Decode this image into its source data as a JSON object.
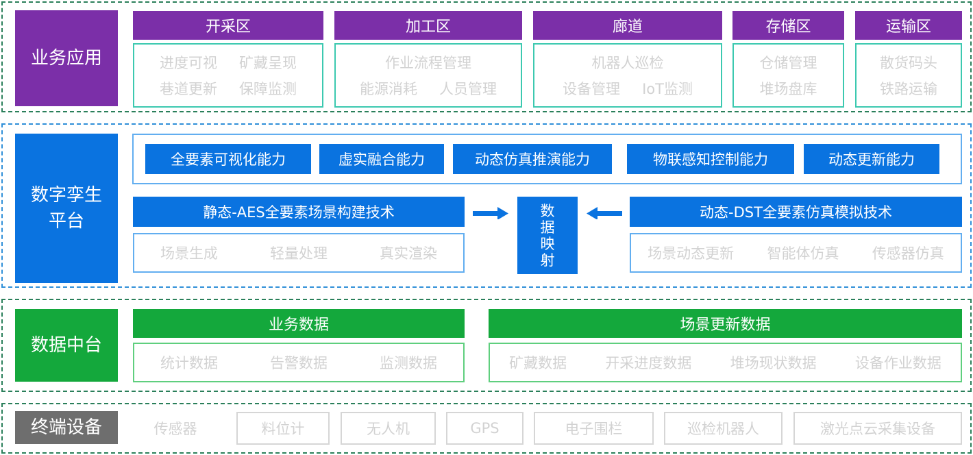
{
  "business": {
    "label": "业务应用",
    "zones": [
      {
        "title": "开采区",
        "rows": [
          [
            "进度可视",
            "矿藏呈现"
          ],
          [
            "巷道更新",
            "保障监测"
          ]
        ]
      },
      {
        "title": "加工区",
        "rows": [
          [
            "作业流程管理"
          ],
          [
            "能源消耗",
            "人员管理"
          ]
        ]
      },
      {
        "title": "廊道",
        "rows": [
          [
            "机器人巡检"
          ],
          [
            "设备管理",
            "IoT监测"
          ]
        ]
      },
      {
        "title": "存储区",
        "rows": [
          [
            "仓储管理"
          ],
          [
            "堆场盘库"
          ]
        ]
      },
      {
        "title": "运输区",
        "rows": [
          [
            "散货码头"
          ],
          [
            "铁路运输"
          ]
        ]
      }
    ]
  },
  "twin": {
    "label_line1": "数字孪生",
    "label_line2": "平台",
    "capabilities": [
      "全要素可视化能力",
      "虚实融合能力",
      "动态仿真推演能力",
      "物联感知控制能力",
      "动态更新能力"
    ],
    "static_tech": "静态-AES全要素场景构建技术",
    "static_items": [
      "场景生成",
      "轻量处理",
      "真实渲染"
    ],
    "mapping": [
      "数",
      "据",
      "映",
      "射"
    ],
    "dynamic_tech": "动态-DST全要素仿真模拟技术",
    "dynamic_items": [
      "场景动态更新",
      "智能体仿真",
      "传感器仿真"
    ]
  },
  "data_center": {
    "label": "数据中台",
    "business_data": "业务数据",
    "business_items": [
      "统计数据",
      "告警数据",
      "监测数据"
    ],
    "scene_data": "场景更新数据",
    "scene_items": [
      "矿藏数据",
      "开采进度数据",
      "堆场现状数据",
      "设备作业数据"
    ]
  },
  "terminal": {
    "label": "终端设备",
    "devices": [
      "传感器",
      "料位计",
      "无人机",
      "GPS",
      "电子围栏",
      "巡检机器人",
      "激光点云采集设备"
    ]
  },
  "colors": {
    "purple": "#7b2fa8",
    "blue": "#0a73e0",
    "green": "#14a83c",
    "gray": "#6e6e6e",
    "teal_border": "#3cc9b0",
    "light_blue_border": "#62aef0",
    "green_border": "#5fcf7e"
  }
}
